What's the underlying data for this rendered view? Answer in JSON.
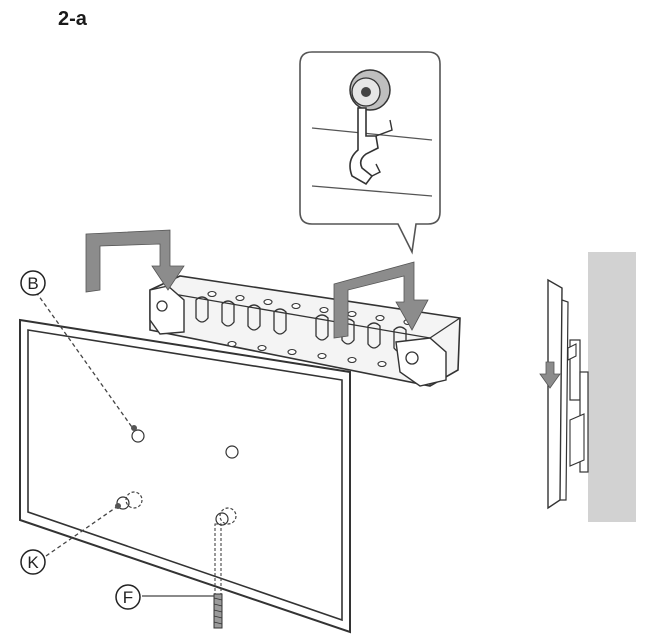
{
  "step_label": "2-a",
  "parts": {
    "b": "B",
    "k": "K",
    "f": "F"
  },
  "colors": {
    "arrow_gray": "#8c8c8c",
    "wall_gray": "#d2d2d2",
    "line": "#333333"
  }
}
